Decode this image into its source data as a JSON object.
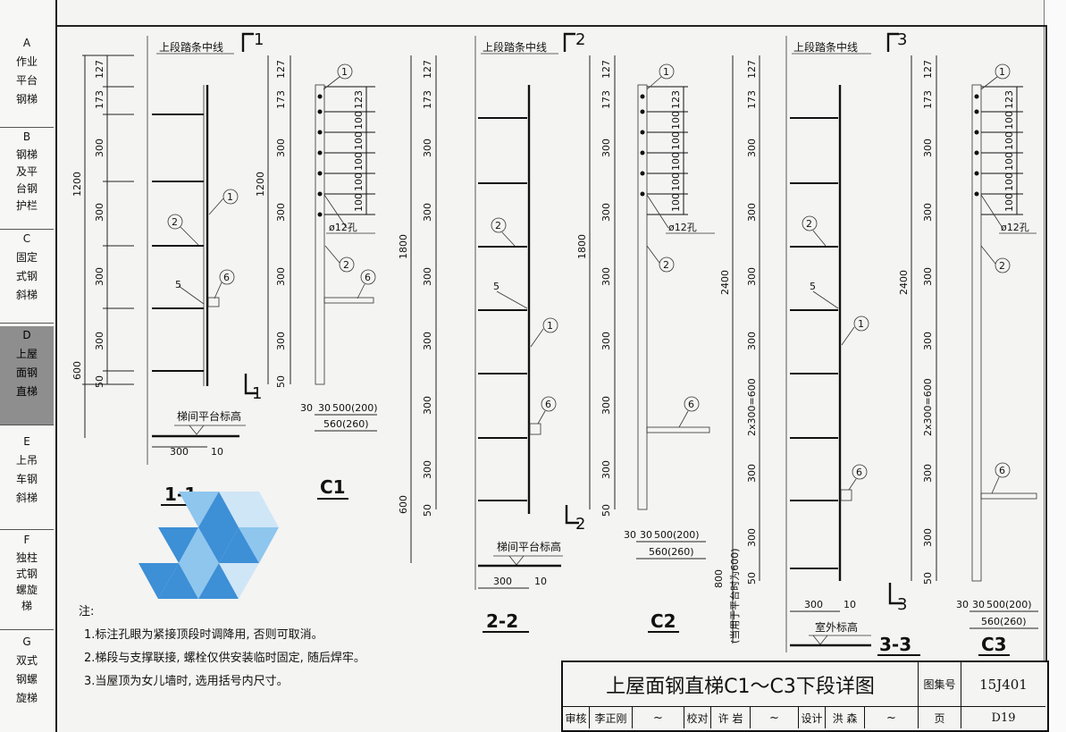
{
  "sidebar": {
    "tabs": [
      {
        "letter": "A",
        "lines": [
          "作业",
          "平台",
          "钢梯"
        ]
      },
      {
        "letter": "B",
        "lines": [
          "钢梯",
          "及平",
          "台钢",
          "护栏"
        ]
      },
      {
        "letter": "C",
        "lines": [
          "固定",
          "式钢",
          "斜梯"
        ]
      },
      {
        "letter": "D",
        "lines": [
          "上屋",
          "面钢",
          "直梯"
        ]
      },
      {
        "letter": "E",
        "lines": [
          "上吊",
          "车钢",
          "斜梯"
        ]
      },
      {
        "letter": "F",
        "lines": [
          "独柱",
          "式钢",
          "螺旋",
          "梯"
        ]
      },
      {
        "letter": "G",
        "lines": [
          "双式",
          "钢螺",
          "旋梯"
        ]
      }
    ]
  },
  "drawing": {
    "top_label": "上段踏条中线",
    "platform_label": "梯间平台标高",
    "outdoor_label": "室外标高",
    "hole_label": "ø12孔",
    "vertical_note": "(当用于平台时为600)",
    "weld_symbol": "5",
    "dims": {
      "d127": "127",
      "d173": "173",
      "d300": "300",
      "d600": "600",
      "d50": "50",
      "d1200": "1200",
      "d1800": "1800",
      "d2400": "2400",
      "d123": "123",
      "d100": "100",
      "d2x300": "2x300=600",
      "d800": "800",
      "d10": "10",
      "d30": "30",
      "d500": "500(200)",
      "d560": "560(260)"
    },
    "parts": {
      "p1": "1",
      "p2": "2",
      "p6": "6"
    },
    "sections": [
      {
        "mark": "1",
        "caption": "1-1",
        "ladder": "C1"
      },
      {
        "mark": "2",
        "caption": "2-2",
        "ladder": "C2"
      },
      {
        "mark": "3",
        "caption": "3-3",
        "ladder": "C3"
      }
    ]
  },
  "notes": {
    "heading": "注:",
    "items": [
      "1.标注孔眼为紧接顶段时调降用, 否则可取消。",
      "2.梯段与支撑联接, 螺栓仅供安装临时固定, 随后焊牢。",
      "3.当屋顶为女儿墙时, 选用括号内尺寸。"
    ]
  },
  "titleblock": {
    "title": "上屋面钢直梯C1～C3下段详图",
    "atlas_label": "图集号",
    "atlas_no": "15J401",
    "review_label": "审核",
    "reviewer": "李正刚",
    "check_label": "校对",
    "checker": "许 岩",
    "design_label": "设计",
    "designer": "洪 森",
    "page_label": "页",
    "page_no": "D19"
  },
  "colors": {
    "logo_dark": "#3d8fd6",
    "logo_light": "#8ec6ee",
    "logo_pale": "#cfe6f7"
  }
}
